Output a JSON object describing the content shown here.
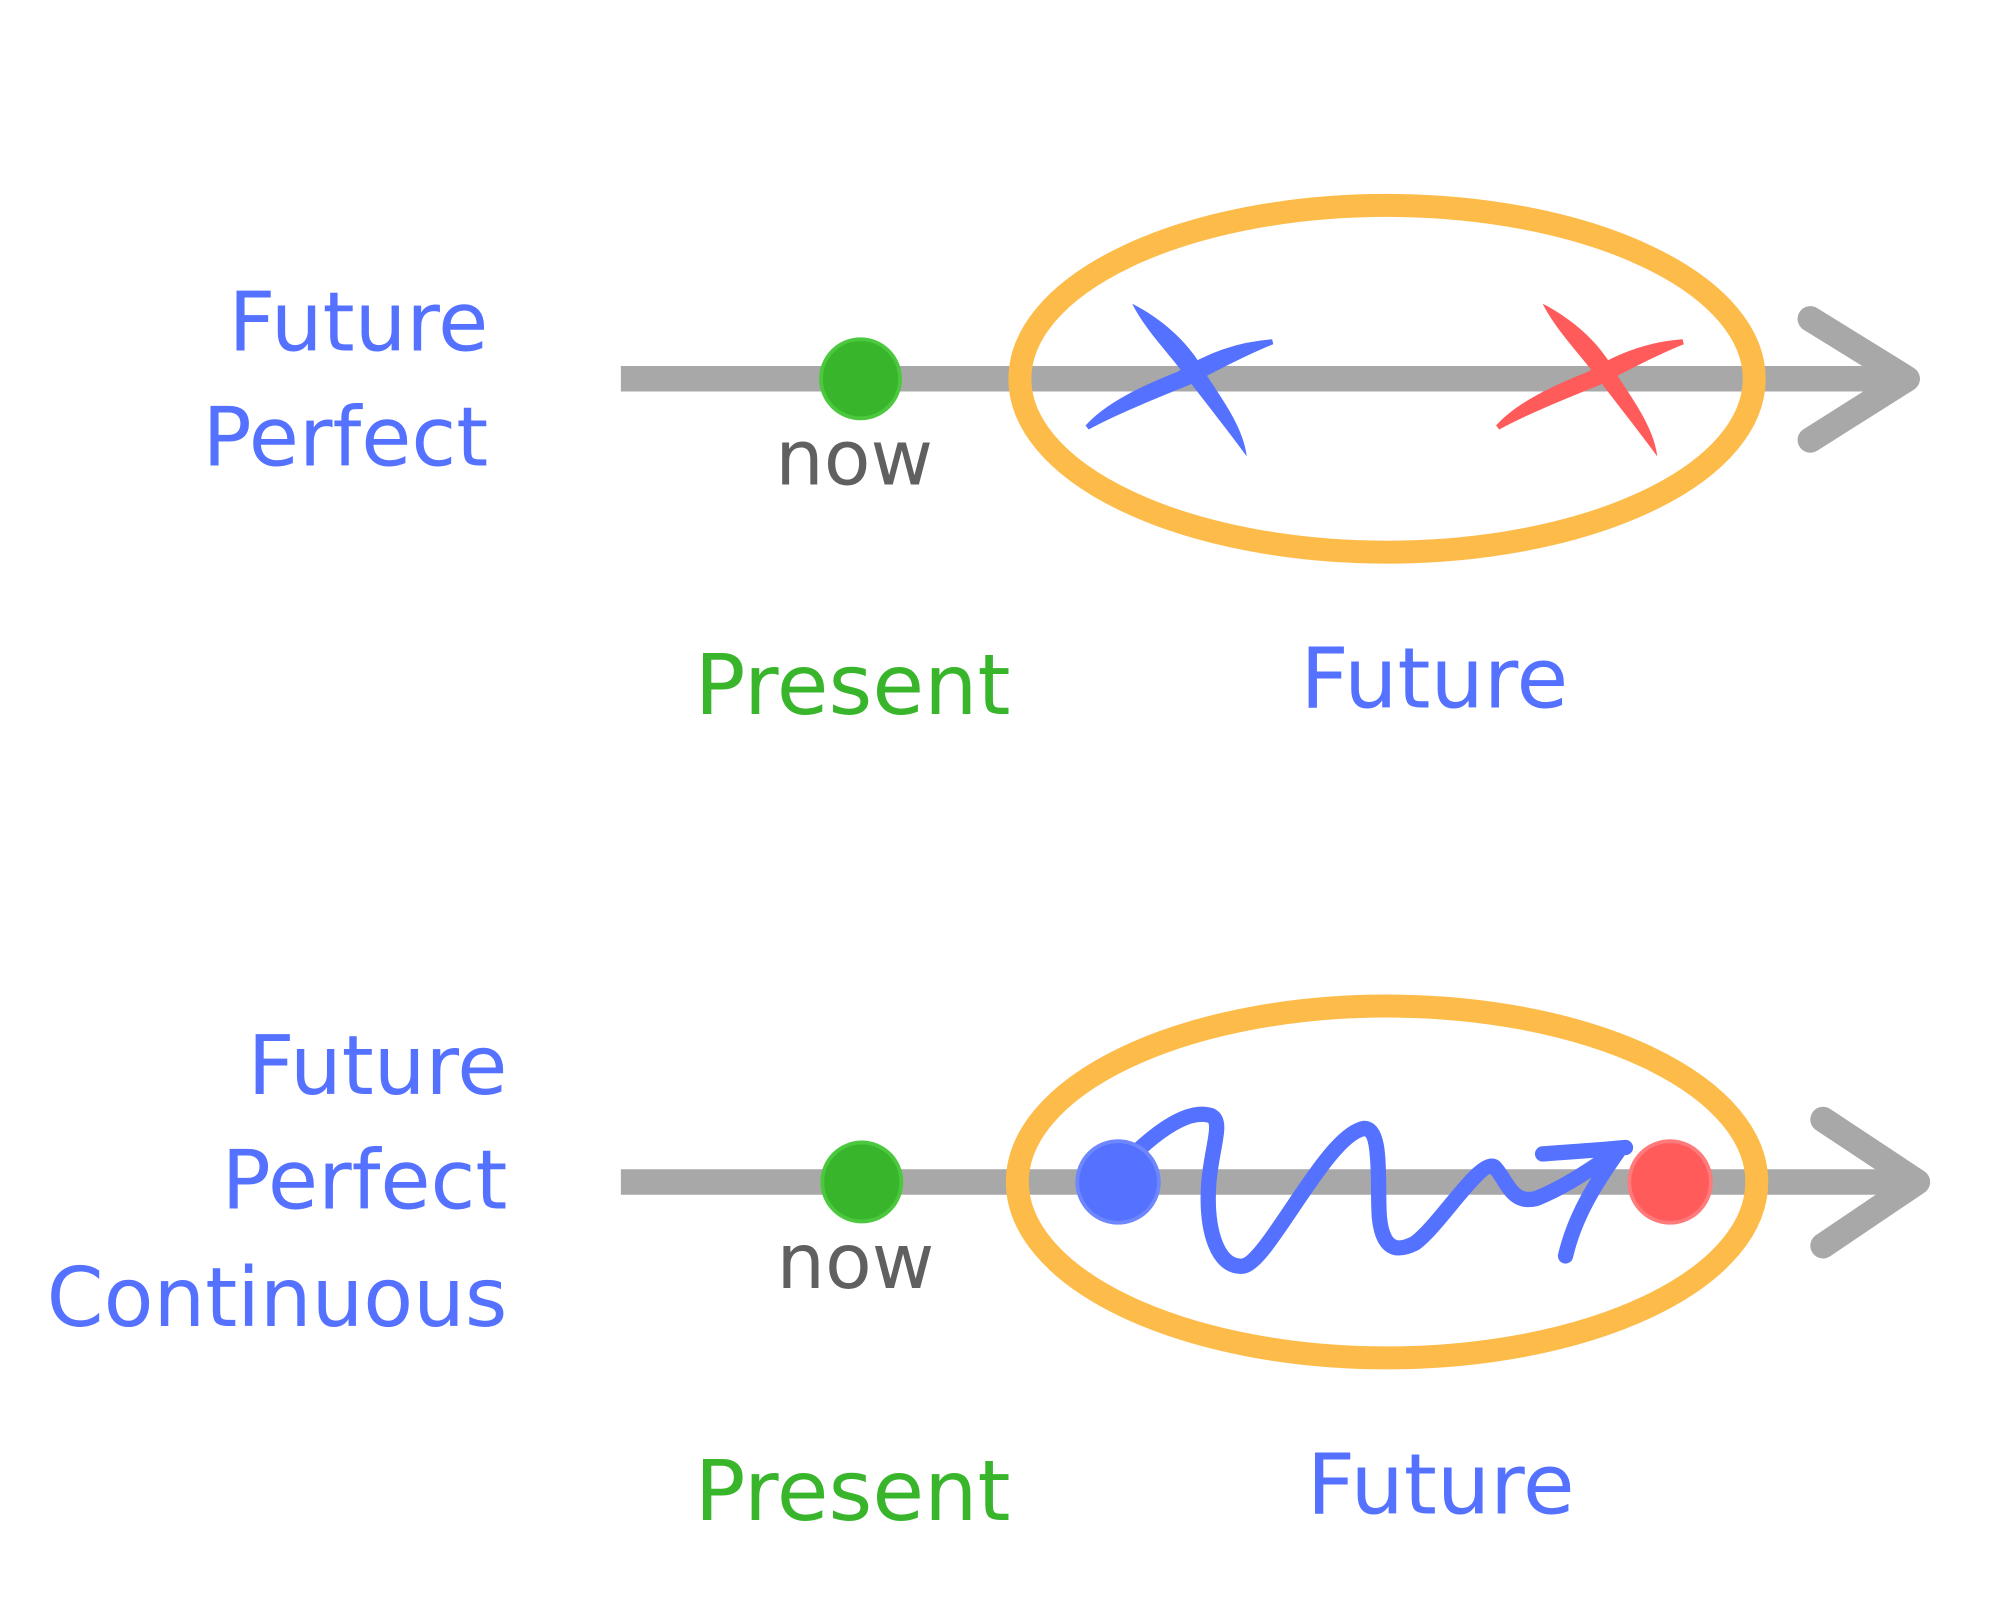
{
  "colors": {
    "blue": "#5471FF",
    "green": "#38B52B",
    "red": "#FF5B5B",
    "orange": "#FDBB4A",
    "gray": "#A8A8A8",
    "now_text": "#606060"
  },
  "diagrams": [
    {
      "tense_lines": [
        "Future",
        "Perfect"
      ],
      "now_label": "now",
      "present_label": "Present",
      "future_label": "Future"
    },
    {
      "tense_lines": [
        "Future",
        "Perfect",
        "Continuous"
      ],
      "now_label": "now",
      "present_label": "Present",
      "future_label": "Future"
    }
  ]
}
